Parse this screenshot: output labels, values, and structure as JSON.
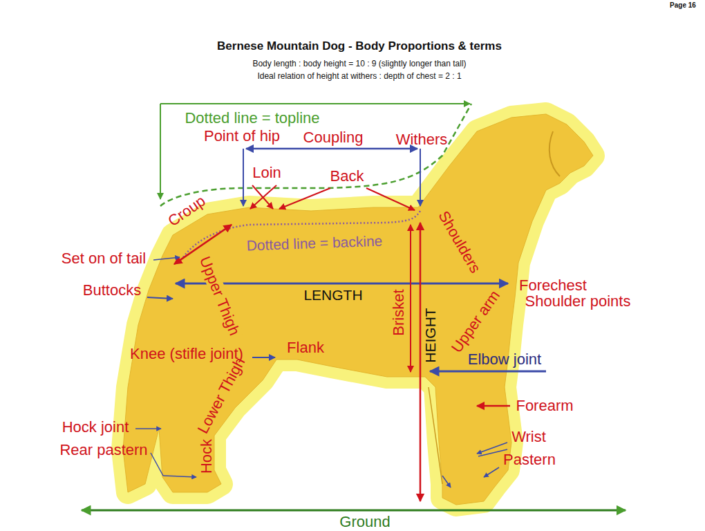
{
  "diagram": {
    "title": "Bernese Mountain Dog - Body Proportions & terms",
    "labels": [
      "Page 16",
      "Body length : body height = 10 : 9 (slightly longer than tall)",
      "Ideal relation of height at withers : depth of chest = 2 : 1",
      "Dotted line = topline",
      "Point of hip",
      "Coupling",
      "Withers",
      "Loin",
      "Back",
      "Croup",
      "Dotted line = backine",
      "Shoulders",
      "Set on of tail",
      "Upper Thigh",
      "Buttocks",
      "LENGTH",
      "Forechest",
      "Shoulder points",
      "Brisket",
      "HEIGHT",
      "Upper arm",
      "Knee (stifle joint)",
      "Flank",
      "Elbow joint",
      "Lower Thigh",
      "Forearm",
      "Hock joint",
      "Rear pastern",
      "Wrist",
      "Hock",
      "Pastern",
      "Ground"
    ]
  }
}
